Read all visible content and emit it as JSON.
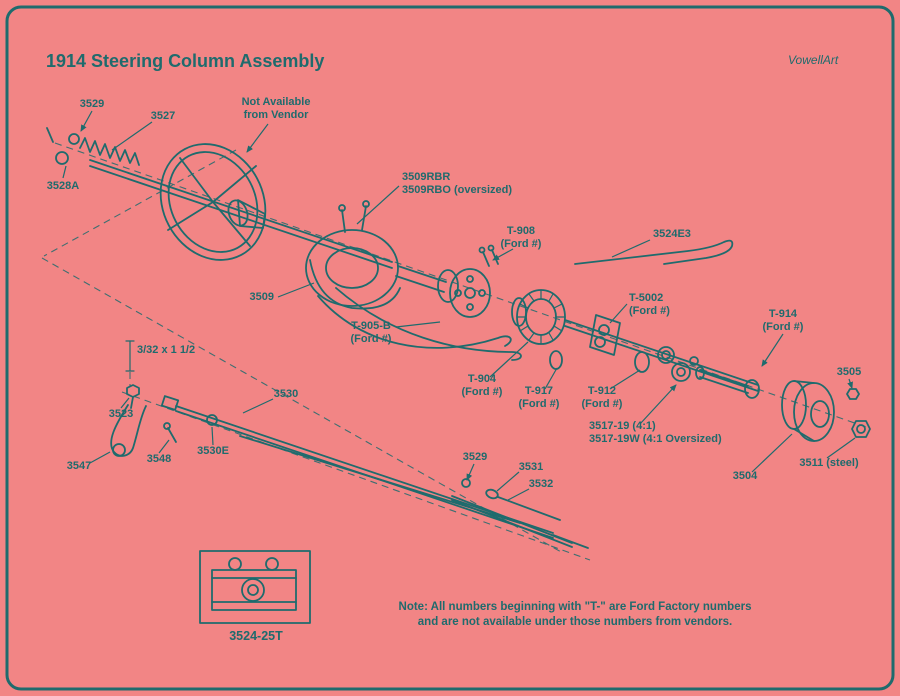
{
  "page": {
    "title": "1914 Steering Column Assembly",
    "credit": "VowellArt",
    "note_line1": "Note: All numbers beginning with \"T-\" are Ford Factory numbers",
    "note_line2": "and are not available under those numbers from vendors.",
    "inset_label": "3524-25T"
  },
  "colors": {
    "background": "#f28585",
    "ink": "#1f6b6d"
  },
  "labels": [
    {
      "text": "3529"
    },
    {
      "text": "3527"
    },
    {
      "text": "Not Available"
    },
    {
      "text": "from Vendor"
    },
    {
      "text": "3528A"
    },
    {
      "text": "3509RBR"
    },
    {
      "text": "3509RBO (oversized)"
    },
    {
      "text": "T-908"
    },
    {
      "text": "(Ford #)"
    },
    {
      "text": "3524E3"
    },
    {
      "text": "3509"
    },
    {
      "text": "T-905-B"
    },
    {
      "text": "(Ford #)"
    },
    {
      "text": "T-5002"
    },
    {
      "text": "(Ford #)"
    },
    {
      "text": "T-914"
    },
    {
      "text": "(Ford #)"
    },
    {
      "text": "3505"
    },
    {
      "text": "T-904"
    },
    {
      "text": "(Ford #)"
    },
    {
      "text": "T-917"
    },
    {
      "text": "(Ford #)"
    },
    {
      "text": "T-912"
    },
    {
      "text": "(Ford #)"
    },
    {
      "text": "3/32 x 1 1/2"
    },
    {
      "text": "3523"
    },
    {
      "text": "3530"
    },
    {
      "text": "3547"
    },
    {
      "text": "3548"
    },
    {
      "text": "3530E"
    },
    {
      "text": "3529"
    },
    {
      "text": "3531"
    },
    {
      "text": "3532"
    },
    {
      "text": "3517-19 (4:1)"
    },
    {
      "text": "3517-19W (4:1 Oversized)"
    },
    {
      "text": "3504"
    },
    {
      "text": "3511 (steel)"
    }
  ]
}
